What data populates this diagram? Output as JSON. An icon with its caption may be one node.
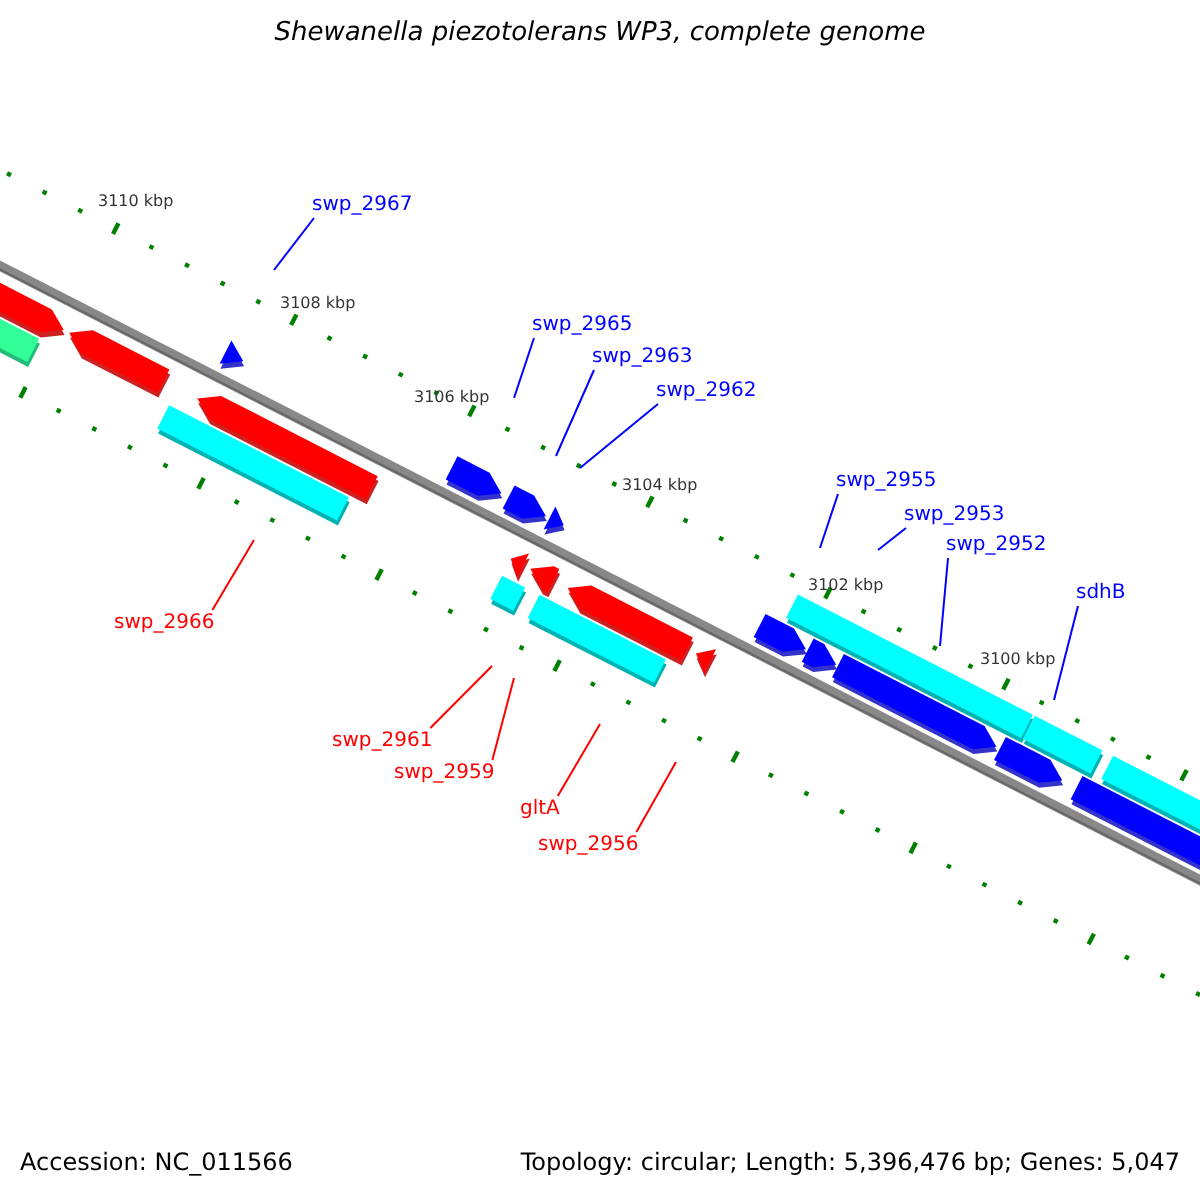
{
  "diagram": {
    "title": "Shewanella piezotolerans WP3, complete genome",
    "nodes": [
      {
        "text": [
          "swp_2967"
        ]
      },
      {
        "text": [
          "swp_2965"
        ]
      },
      {
        "text": [
          "swp_2963"
        ]
      },
      {
        "text": [
          "swp_2962"
        ]
      },
      {
        "text": [
          "swp_2955"
        ]
      },
      {
        "text": [
          "swp_2953"
        ]
      },
      {
        "text": [
          "swp_2952"
        ]
      },
      {
        "text": [
          "sdhB"
        ]
      },
      {
        "text": [
          "swp_2966"
        ]
      },
      {
        "text": [
          "swp_2961"
        ]
      },
      {
        "text": [
          "swp_2959"
        ]
      },
      {
        "text": [
          "gltA"
        ]
      },
      {
        "text": [
          "swp_2956"
        ]
      }
    ],
    "edges": [
      {
        "from": 0,
        "to": null,
        "arrow": "none"
      },
      {
        "from": 1,
        "to": null,
        "arrow": "none"
      },
      {
        "from": 2,
        "to": null,
        "arrow": "none"
      },
      {
        "from": 3,
        "to": null,
        "arrow": "none"
      },
      {
        "from": 4,
        "to": null,
        "arrow": "none"
      },
      {
        "from": 5,
        "to": null,
        "arrow": "none"
      },
      {
        "from": 6,
        "to": null,
        "arrow": "none"
      },
      {
        "from": 7,
        "to": null,
        "arrow": "none"
      },
      {
        "from": 8,
        "to": null,
        "arrow": "none",
        "color": "#ff0000"
      },
      {
        "from": 9,
        "to": null,
        "arrow": "none",
        "color": "#ff0000"
      },
      {
        "from": 10,
        "to": null,
        "arrow": "none",
        "color": "#ff0000"
      },
      {
        "from": 11,
        "to": null,
        "arrow": "none",
        "color": "#ff0000"
      },
      {
        "from": 12,
        "to": null,
        "arrow": "none",
        "color": "#ff0000"
      }
    ],
    "labels": [
      "3110 kbp",
      "3108 kbp",
      "3106 kbp",
      "3104 kbp",
      "3102 kbp",
      "3100 kbp",
      "Accession: NC_011566",
      "Topology: circular; Length: 5,396,476 bp; Genes: 5,047"
    ]
  }
}
